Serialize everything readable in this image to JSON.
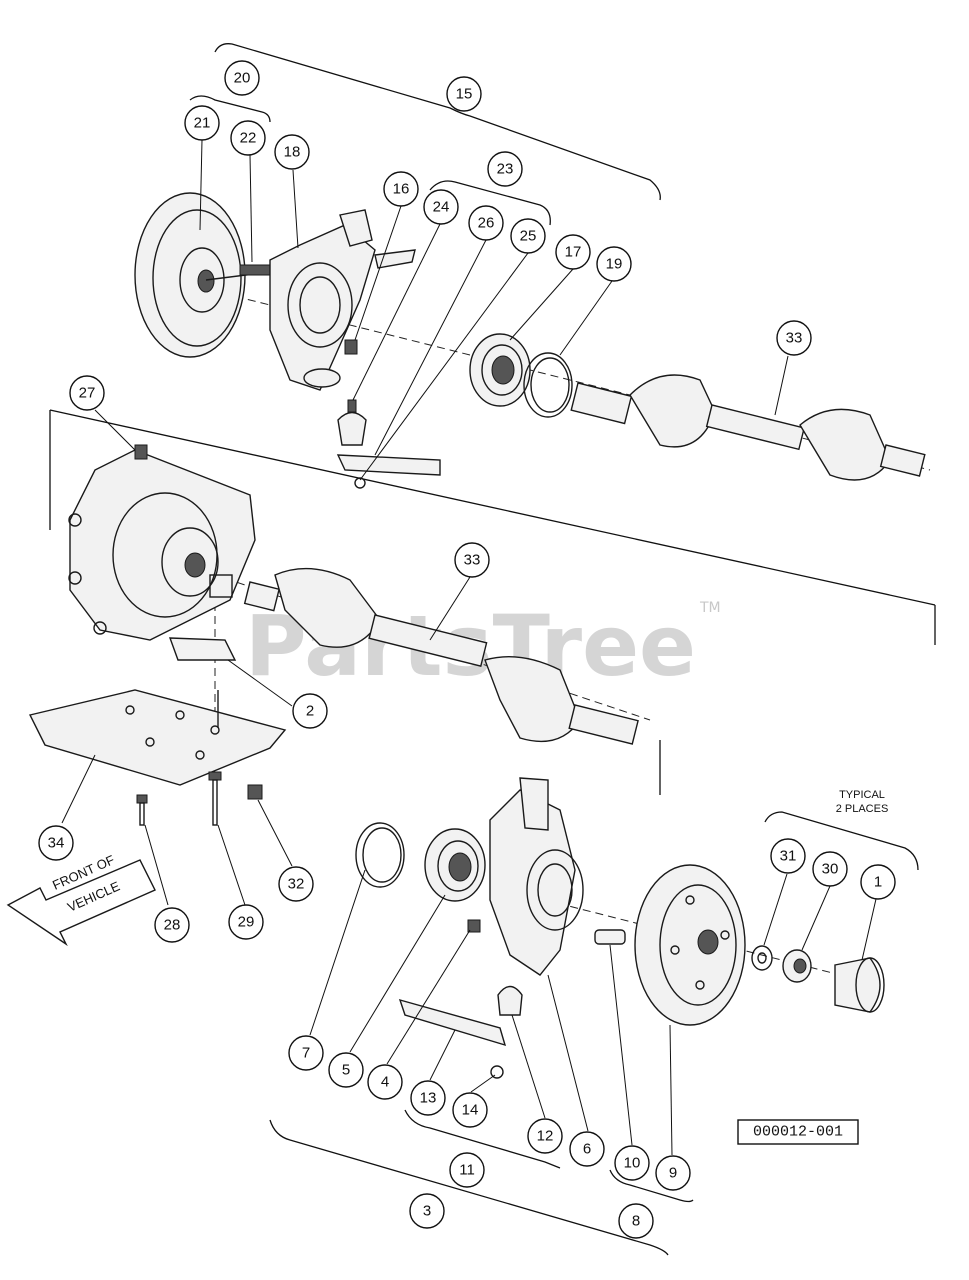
{
  "diagram": {
    "reference_code": "000012-001",
    "watermark": "PartsTree",
    "watermark_tm": "TM",
    "note_line1": "TYPICAL",
    "note_line2": "2 PLACES",
    "direction_line1": "FRONT OF",
    "direction_line2": "VEHICLE",
    "callouts": [
      {
        "id": "c20",
        "label": "20"
      },
      {
        "id": "c15",
        "label": "15"
      },
      {
        "id": "c21",
        "label": "21"
      },
      {
        "id": "c22",
        "label": "22"
      },
      {
        "id": "c18",
        "label": "18"
      },
      {
        "id": "c23",
        "label": "23"
      },
      {
        "id": "c16",
        "label": "16"
      },
      {
        "id": "c24",
        "label": "24"
      },
      {
        "id": "c26",
        "label": "26"
      },
      {
        "id": "c25",
        "label": "25"
      },
      {
        "id": "c17",
        "label": "17"
      },
      {
        "id": "c19",
        "label": "19"
      },
      {
        "id": "c33a",
        "label": "33"
      },
      {
        "id": "c27",
        "label": "27"
      },
      {
        "id": "c33b",
        "label": "33"
      },
      {
        "id": "c2",
        "label": "2"
      },
      {
        "id": "c34",
        "label": "34"
      },
      {
        "id": "c28",
        "label": "28"
      },
      {
        "id": "c29",
        "label": "29"
      },
      {
        "id": "c32",
        "label": "32"
      },
      {
        "id": "c31",
        "label": "31"
      },
      {
        "id": "c30",
        "label": "30"
      },
      {
        "id": "c1",
        "label": "1"
      },
      {
        "id": "c7",
        "label": "7"
      },
      {
        "id": "c5",
        "label": "5"
      },
      {
        "id": "c4",
        "label": "4"
      },
      {
        "id": "c13",
        "label": "13"
      },
      {
        "id": "c14",
        "label": "14"
      },
      {
        "id": "c12",
        "label": "12"
      },
      {
        "id": "c6",
        "label": "6"
      },
      {
        "id": "c10",
        "label": "10"
      },
      {
        "id": "c9",
        "label": "9"
      },
      {
        "id": "c11",
        "label": "11"
      },
      {
        "id": "c3",
        "label": "3"
      },
      {
        "id": "c8",
        "label": "8"
      }
    ]
  }
}
